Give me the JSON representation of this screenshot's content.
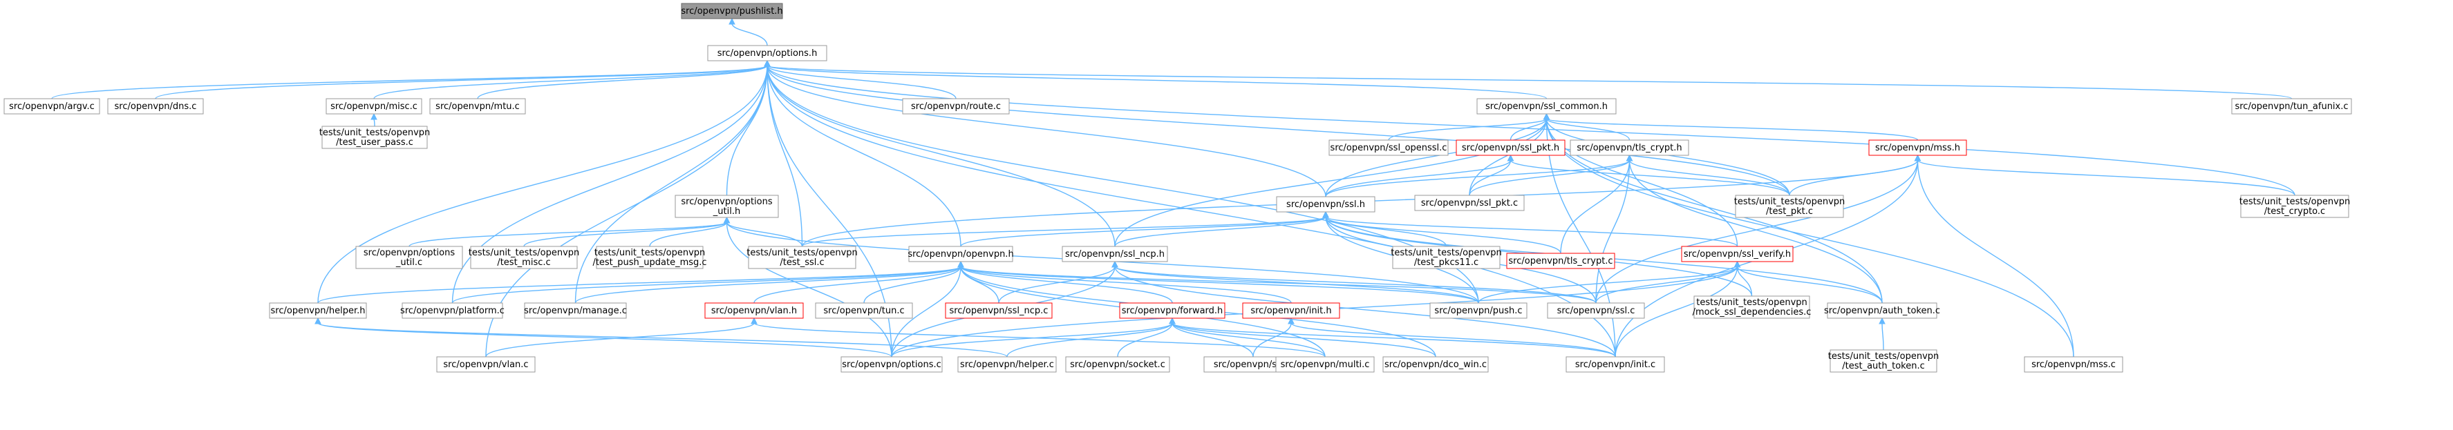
{
  "colors": {
    "edge": "#63b8ff",
    "node_border": "#999999",
    "node_border_truncated": "#ff0000",
    "root_fill": "#999999",
    "background": "#ffffff"
  },
  "nodes": [
    {
      "id": "pushlist",
      "lines": [
        "src/openvpn/pushlist.h"
      ],
      "root": true
    },
    {
      "id": "options_h",
      "lines": [
        "src/openvpn/options.h"
      ]
    },
    {
      "id": "argv",
      "lines": [
        "src/openvpn/argv.c"
      ]
    },
    {
      "id": "dns",
      "lines": [
        "src/openvpn/dns.c"
      ]
    },
    {
      "id": "misc",
      "lines": [
        "src/openvpn/misc.c"
      ]
    },
    {
      "id": "mtu",
      "lines": [
        "src/openvpn/mtu.c"
      ]
    },
    {
      "id": "route",
      "lines": [
        "src/openvpn/route.c"
      ]
    },
    {
      "id": "ssl_common",
      "lines": [
        "src/openvpn/ssl_common.h"
      ]
    },
    {
      "id": "tun_afunix",
      "lines": [
        "src/openvpn/tun_afunix.c"
      ]
    },
    {
      "id": "test_user_pass",
      "lines": [
        "tests/unit_tests/openvpn",
        "/test_user_pass.c"
      ]
    },
    {
      "id": "ssl_openssl",
      "lines": [
        "src/openvpn/ssl_openssl.c"
      ]
    },
    {
      "id": "ssl_pkt_h",
      "lines": [
        "src/openvpn/ssl_pkt.h"
      ],
      "red": true
    },
    {
      "id": "tls_crypt_h",
      "lines": [
        "src/openvpn/tls_crypt.h"
      ]
    },
    {
      "id": "mss_h",
      "lines": [
        "src/openvpn/mss.h"
      ],
      "red": true
    },
    {
      "id": "options_util_h",
      "lines": [
        "src/openvpn/options",
        "_util.h"
      ]
    },
    {
      "id": "ssl_h",
      "lines": [
        "src/openvpn/ssl.h"
      ]
    },
    {
      "id": "ssl_pkt_c",
      "lines": [
        "src/openvpn/ssl_pkt.c"
      ]
    },
    {
      "id": "test_pkt",
      "lines": [
        "tests/unit_tests/openvpn",
        "/test_pkt.c"
      ]
    },
    {
      "id": "test_crypto",
      "lines": [
        "tests/unit_tests/openvpn",
        "/test_crypto.c"
      ]
    },
    {
      "id": "options_util_c",
      "lines": [
        "src/openvpn/options",
        "_util.c"
      ]
    },
    {
      "id": "test_misc",
      "lines": [
        "tests/unit_tests/openvpn",
        "/test_misc.c"
      ]
    },
    {
      "id": "test_push_update_msg",
      "lines": [
        "tests/unit_tests/openvpn",
        "/test_push_update_msg.c"
      ]
    },
    {
      "id": "test_ssl",
      "lines": [
        "tests/unit_tests/openvpn",
        "/test_ssl.c"
      ]
    },
    {
      "id": "test_pkcs11",
      "lines": [
        "tests/unit_tests/openvpn",
        "/test_pkcs11.c"
      ]
    },
    {
      "id": "tls_crypt_c",
      "lines": [
        "src/openvpn/tls_crypt.c"
      ],
      "red": true
    },
    {
      "id": "ssl_verify_h",
      "lines": [
        "src/openvpn/ssl_verify.h"
      ],
      "red": true
    },
    {
      "id": "openvpn_h",
      "lines": [
        "src/openvpn/openvpn.h"
      ]
    },
    {
      "id": "ssl_ncp_h",
      "lines": [
        "src/openvpn/ssl_ncp.h"
      ]
    },
    {
      "id": "helper_h",
      "lines": [
        "src/openvpn/helper.h"
      ]
    },
    {
      "id": "platform",
      "lines": [
        "src/openvpn/platform.c"
      ]
    },
    {
      "id": "manage",
      "lines": [
        "src/openvpn/manage.c"
      ]
    },
    {
      "id": "vlan_h",
      "lines": [
        "src/openvpn/vlan.h"
      ],
      "red": true
    },
    {
      "id": "tun",
      "lines": [
        "src/openvpn/tun.c"
      ]
    },
    {
      "id": "ssl_ncp_c",
      "lines": [
        "src/openvpn/ssl_ncp.c"
      ],
      "red": true
    },
    {
      "id": "forward_h",
      "lines": [
        "src/openvpn/forward.h"
      ],
      "red": true
    },
    {
      "id": "init_h",
      "lines": [
        "src/openvpn/init.h"
      ],
      "red": true
    },
    {
      "id": "push",
      "lines": [
        "src/openvpn/push.c"
      ]
    },
    {
      "id": "ssl_c",
      "lines": [
        "src/openvpn/ssl.c"
      ]
    },
    {
      "id": "mock_ssl",
      "lines": [
        "tests/unit_tests/openvpn",
        "/mock_ssl_dependencies.c"
      ]
    },
    {
      "id": "auth_token",
      "lines": [
        "src/openvpn/auth_token.c"
      ]
    },
    {
      "id": "vlan_c",
      "lines": [
        "src/openvpn/vlan.c"
      ]
    },
    {
      "id": "options_c",
      "lines": [
        "src/openvpn/options.c"
      ]
    },
    {
      "id": "helper_c",
      "lines": [
        "src/openvpn/helper.c"
      ]
    },
    {
      "id": "socket",
      "lines": [
        "src/openvpn/socket.c"
      ]
    },
    {
      "id": "sig",
      "lines": [
        "src/openvpn/sig.c"
      ]
    },
    {
      "id": "multi",
      "lines": [
        "src/openvpn/multi.c"
      ]
    },
    {
      "id": "dco_win",
      "lines": [
        "src/openvpn/dco_win.c"
      ]
    },
    {
      "id": "init_c",
      "lines": [
        "src/openvpn/init.c"
      ]
    },
    {
      "id": "test_auth_token",
      "lines": [
        "tests/unit_tests/openvpn",
        "/test_auth_token.c"
      ]
    },
    {
      "id": "mss_c",
      "lines": [
        "src/openvpn/mss.c"
      ]
    }
  ],
  "edges": [
    [
      "pushlist",
      "options_h"
    ],
    [
      "options_h",
      "argv"
    ],
    [
      "options_h",
      "dns"
    ],
    [
      "options_h",
      "misc"
    ],
    [
      "options_h",
      "mtu"
    ],
    [
      "options_h",
      "route"
    ],
    [
      "options_h",
      "ssl_common"
    ],
    [
      "options_h",
      "tun_afunix"
    ],
    [
      "options_h",
      "options_util_h"
    ],
    [
      "options_h",
      "ssl_h"
    ],
    [
      "options_h",
      "test_ssl"
    ],
    [
      "options_h",
      "openvpn_h"
    ],
    [
      "options_h",
      "ssl_ncp_h"
    ],
    [
      "options_h",
      "helper_h"
    ],
    [
      "options_h",
      "platform"
    ],
    [
      "options_h",
      "manage"
    ],
    [
      "options_h",
      "push"
    ],
    [
      "options_h",
      "options_c"
    ],
    [
      "options_h",
      "vlan_c"
    ],
    [
      "options_h",
      "test_pkt"
    ],
    [
      "options_h",
      "test_crypto"
    ],
    [
      "options_h",
      "init_c"
    ],
    [
      "misc",
      "test_user_pass"
    ],
    [
      "ssl_common",
      "ssl_openssl"
    ],
    [
      "ssl_common",
      "ssl_pkt_h"
    ],
    [
      "ssl_common",
      "tls_crypt_h"
    ],
    [
      "ssl_common",
      "mss_h"
    ],
    [
      "ssl_common",
      "ssl_h"
    ],
    [
      "ssl_common",
      "ssl_pkt_c"
    ],
    [
      "ssl_common",
      "ssl_verify_h"
    ],
    [
      "ssl_common",
      "ssl_ncp_h"
    ],
    [
      "ssl_common",
      "test_pkt"
    ],
    [
      "ssl_common",
      "auth_token"
    ],
    [
      "ssl_common",
      "mss_c"
    ],
    [
      "ssl_common",
      "init_c"
    ],
    [
      "ssl_pkt_h",
      "ssl_h"
    ],
    [
      "ssl_pkt_h",
      "ssl_pkt_c"
    ],
    [
      "ssl_pkt_h",
      "test_pkt"
    ],
    [
      "tls_crypt_h",
      "ssl_h"
    ],
    [
      "tls_crypt_h",
      "ssl_pkt_c"
    ],
    [
      "tls_crypt_h",
      "test_pkt"
    ],
    [
      "tls_crypt_h",
      "tls_crypt_c"
    ],
    [
      "tls_crypt_h",
      "ssl_c"
    ],
    [
      "tls_crypt_h",
      "auth_token"
    ],
    [
      "mss_h",
      "test_pkt"
    ],
    [
      "mss_h",
      "test_crypto"
    ],
    [
      "mss_h",
      "ssl_c"
    ],
    [
      "mss_h",
      "mss_c"
    ],
    [
      "mss_h",
      "init_c"
    ],
    [
      "mss_h",
      "test_ssl"
    ],
    [
      "options_util_h",
      "options_util_c"
    ],
    [
      "options_util_h",
      "test_misc"
    ],
    [
      "options_util_h",
      "test_push_update_msg"
    ],
    [
      "options_util_h",
      "test_ssl"
    ],
    [
      "options_util_h",
      "options_c"
    ],
    [
      "options_util_h",
      "push"
    ],
    [
      "ssl_h",
      "test_ssl"
    ],
    [
      "ssl_h",
      "test_pkcs11"
    ],
    [
      "ssl_h",
      "tls_crypt_c"
    ],
    [
      "ssl_h",
      "ssl_verify_h"
    ],
    [
      "ssl_h",
      "openvpn_h"
    ],
    [
      "ssl_h",
      "ssl_ncp_h"
    ],
    [
      "ssl_h",
      "ssl_c"
    ],
    [
      "ssl_h",
      "mock_ssl"
    ],
    [
      "ssl_h",
      "auth_token"
    ],
    [
      "ssl_h",
      "push"
    ],
    [
      "ssl_verify_h",
      "ssl_c"
    ],
    [
      "ssl_verify_h",
      "auth_token"
    ],
    [
      "ssl_verify_h",
      "push"
    ],
    [
      "ssl_verify_h",
      "init_c"
    ],
    [
      "ssl_verify_h",
      "options_c"
    ],
    [
      "ssl_verify_h",
      "mock_ssl"
    ],
    [
      "openvpn_h",
      "helper_h"
    ],
    [
      "openvpn_h",
      "platform"
    ],
    [
      "openvpn_h",
      "manage"
    ],
    [
      "openvpn_h",
      "vlan_h"
    ],
    [
      "openvpn_h",
      "tun"
    ],
    [
      "openvpn_h",
      "ssl_ncp_c"
    ],
    [
      "openvpn_h",
      "forward_h"
    ],
    [
      "openvpn_h",
      "init_h"
    ],
    [
      "openvpn_h",
      "push"
    ],
    [
      "openvpn_h",
      "ssl_c"
    ],
    [
      "openvpn_h",
      "options_c"
    ],
    [
      "openvpn_h",
      "dco_win"
    ],
    [
      "openvpn_h",
      "multi"
    ],
    [
      "ssl_ncp_h",
      "ssl_ncp_c"
    ],
    [
      "ssl_ncp_h",
      "push"
    ],
    [
      "ssl_ncp_h",
      "ssl_c"
    ],
    [
      "ssl_ncp_h",
      "options_c"
    ],
    [
      "ssl_ncp_h",
      "init_c"
    ],
    [
      "helper_h",
      "helper_c"
    ],
    [
      "helper_h",
      "options_c"
    ],
    [
      "vlan_h",
      "vlan_c"
    ],
    [
      "vlan_h",
      "multi"
    ],
    [
      "forward_h",
      "options_c"
    ],
    [
      "forward_h",
      "helper_c"
    ],
    [
      "forward_h",
      "socket"
    ],
    [
      "forward_h",
      "sig"
    ],
    [
      "forward_h",
      "multi"
    ],
    [
      "forward_h",
      "dco_win"
    ],
    [
      "forward_h",
      "init_c"
    ],
    [
      "init_h",
      "sig"
    ],
    [
      "init_h",
      "init_c"
    ],
    [
      "auth_token",
      "test_auth_token"
    ]
  ]
}
